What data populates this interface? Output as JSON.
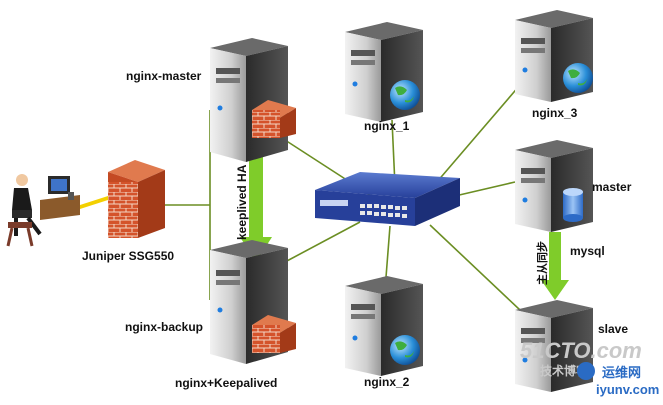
{
  "labels": {
    "nginx_master": "nginx-master",
    "nginx_backup": "nginx-backup",
    "nginx_keepalived": "nginx+Keepalived",
    "keepalived_ha": "keeplived HA",
    "juniper": "Juniper SSG550",
    "nginx_1": "nginx_1",
    "nginx_2": "nginx_2",
    "nginx_3": "nginx_3",
    "master": "master",
    "mysql": "mysql",
    "slave": "slave",
    "sync": "主从同步"
  },
  "watermark": {
    "site": "51CTO.com",
    "sub": "技术博客",
    "brand": "运维网",
    "url": "iyunv.com"
  },
  "colors": {
    "link_line": "#6b8e23",
    "ha_arrow": "#7fcc2a",
    "switch": "#2e4a9c",
    "server_dark": "#3a3a3a",
    "server_light": "#d9d9d9",
    "firewall_brick": "#d4532b",
    "globe": "#2a8fd8"
  }
}
